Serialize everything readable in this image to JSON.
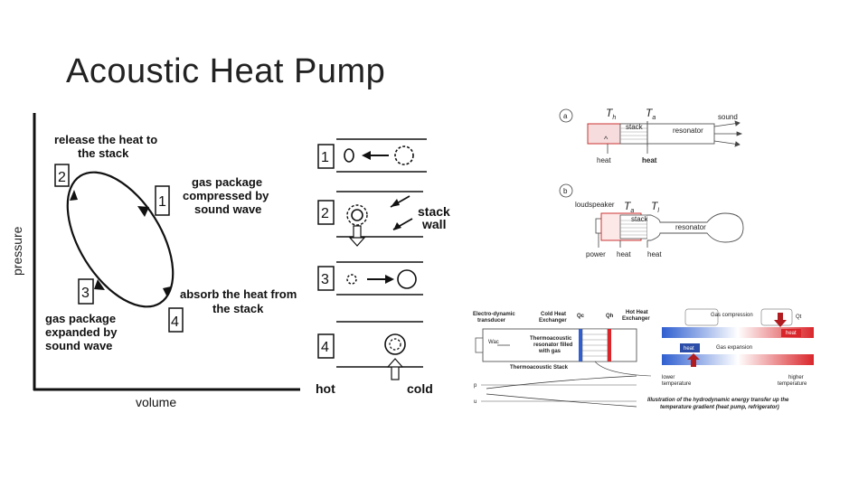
{
  "slide": {
    "title": "Acoustic Heat Pump"
  },
  "pv_diagram": {
    "xlabel": "volume",
    "ylabel": "pressure",
    "steps": [
      {
        "num": "1",
        "text": [
          "gas package",
          "compressed by",
          "sound wave"
        ]
      },
      {
        "num": "2",
        "text": [
          "release the heat to",
          "the stack"
        ]
      },
      {
        "num": "3",
        "text": [
          "gas package",
          "expanded by",
          "sound wave"
        ]
      },
      {
        "num": "4",
        "text": [
          "absorb the heat from",
          "the stack"
        ]
      }
    ]
  },
  "cycle_panels": {
    "numbers": [
      "1",
      "2",
      "3",
      "4"
    ],
    "stack_wall_label": [
      "stack",
      "wall"
    ],
    "hot_label": "hot",
    "cold_label": "cold"
  },
  "resonator_a": {
    "panel": "a",
    "t_left": "T",
    "t_left_sub": "h",
    "t_right": "T",
    "t_right_sub": "a",
    "stack": "stack",
    "sound": "sound",
    "resonator": "resonator",
    "heat_left": "heat",
    "heat_right": "heat"
  },
  "resonator_b": {
    "panel": "b",
    "loudspeaker": "loudspeaker",
    "t_left": "T",
    "t_left_sub": "a",
    "t_right": "T",
    "t_right_sub": "l",
    "stack": "stack",
    "resonator": "resonator",
    "power": "power",
    "heat_left": "heat",
    "heat_right": "heat"
  },
  "thermo_stack": {
    "electro": [
      "Electro-dynamic",
      "transducer"
    ],
    "cold_hx": [
      "Cold Heat",
      "Exchanger"
    ],
    "hot_hx": [
      "Hot Heat",
      "Exchanger"
    ],
    "qc": "Qc",
    "qh": "Qh",
    "wac": "Wac",
    "resonator": [
      "Thermoacoustic",
      "resonator filled",
      "with gas"
    ],
    "stack_caption": "Thermoacoustic Stack",
    "gas_compression": "Gas compression",
    "gas_expansion": "Gas expansion",
    "heat_box_left": "heat",
    "heat_box_right": "heat",
    "lower_temp": [
      "lower",
      "temperature"
    ],
    "higher_temp": [
      "higher",
      "temperature"
    ],
    "caption": [
      "Illustration of the hydrodynamic energy transfer up the",
      "temperature gradient (heat pump, refrigerator)"
    ],
    "p_label": "p",
    "u_label": "u",
    "q_label": "Qt"
  },
  "colors": {
    "cold_blue": "#2f5fd0",
    "hot_red": "#d9262b",
    "stack_pink": "#f3c9c9"
  }
}
